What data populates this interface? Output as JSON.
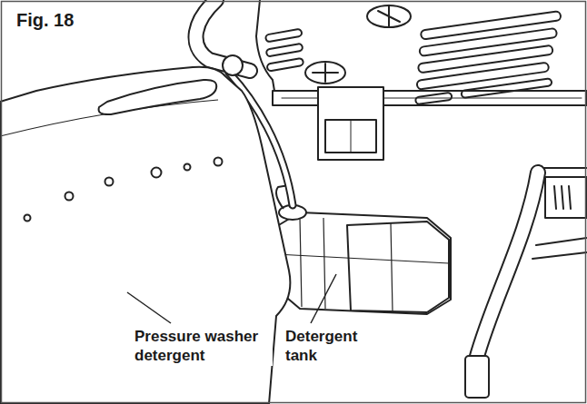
{
  "diagram": {
    "title": "Fig. 18",
    "labels": [
      "Pressure washer detergent",
      "Detergent tank"
    ]
  }
}
